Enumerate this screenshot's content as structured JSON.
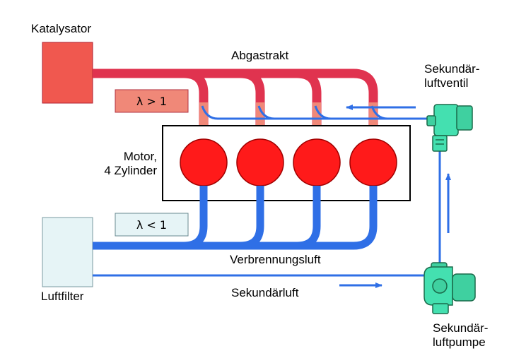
{
  "labels": {
    "catalyst": "Katalysator",
    "exhaust_tract": "Abgastrakt",
    "secondary_air_valve": "Sekundär-\nluftventil",
    "engine": "Motor,\n4 Zylinder",
    "combustion_air": "Verbrennungsluft",
    "secondary_air": "Sekundärluft",
    "air_filter": "Luftfilter",
    "secondary_air_pump": "Sekundär-\nluftpumpe"
  },
  "lambda": {
    "rich": "λ > 1",
    "lean": "λ < 1"
  },
  "colors": {
    "exhaust": "#e0334f",
    "intake": "#2f6fe6",
    "cylinder": "#ff1a1a",
    "catalyst": "#f0584f",
    "air_filter": "#e6f4f6",
    "component": "#44e0b0",
    "arrow": "#2f6fe6"
  },
  "cylinder_count": 4
}
